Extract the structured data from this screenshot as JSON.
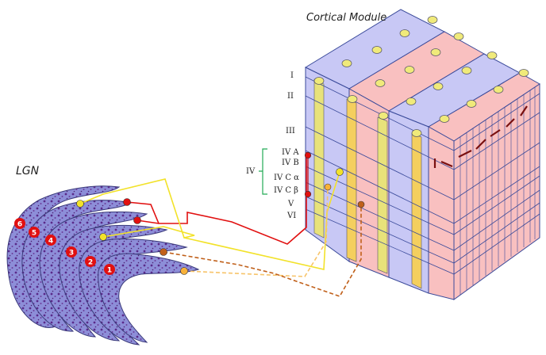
{
  "titles": {
    "cortical": "Cortical Module",
    "lgn": "LGN"
  },
  "layers": {
    "I": "I",
    "II": "II",
    "III": "III",
    "IVA": "IV A",
    "IVB": "IV B",
    "IVCa": "IV C α",
    "IVCb": "IV C β",
    "V": "V",
    "VI": "VI",
    "IV": "IV"
  },
  "lgn_layers": [
    "1",
    "2",
    "3",
    "4",
    "5",
    "6"
  ],
  "colors": {
    "magno_path": "#e11010",
    "parvo_path": "#f2e22a",
    "konio_light": "#f7c46a",
    "konio_dark": "#c0601a",
    "blue_column": "#c8c8f5",
    "pink_column": "#f9c0c0",
    "lgn_fill": "#8f8fd8",
    "bracket": "#22aa55"
  }
}
